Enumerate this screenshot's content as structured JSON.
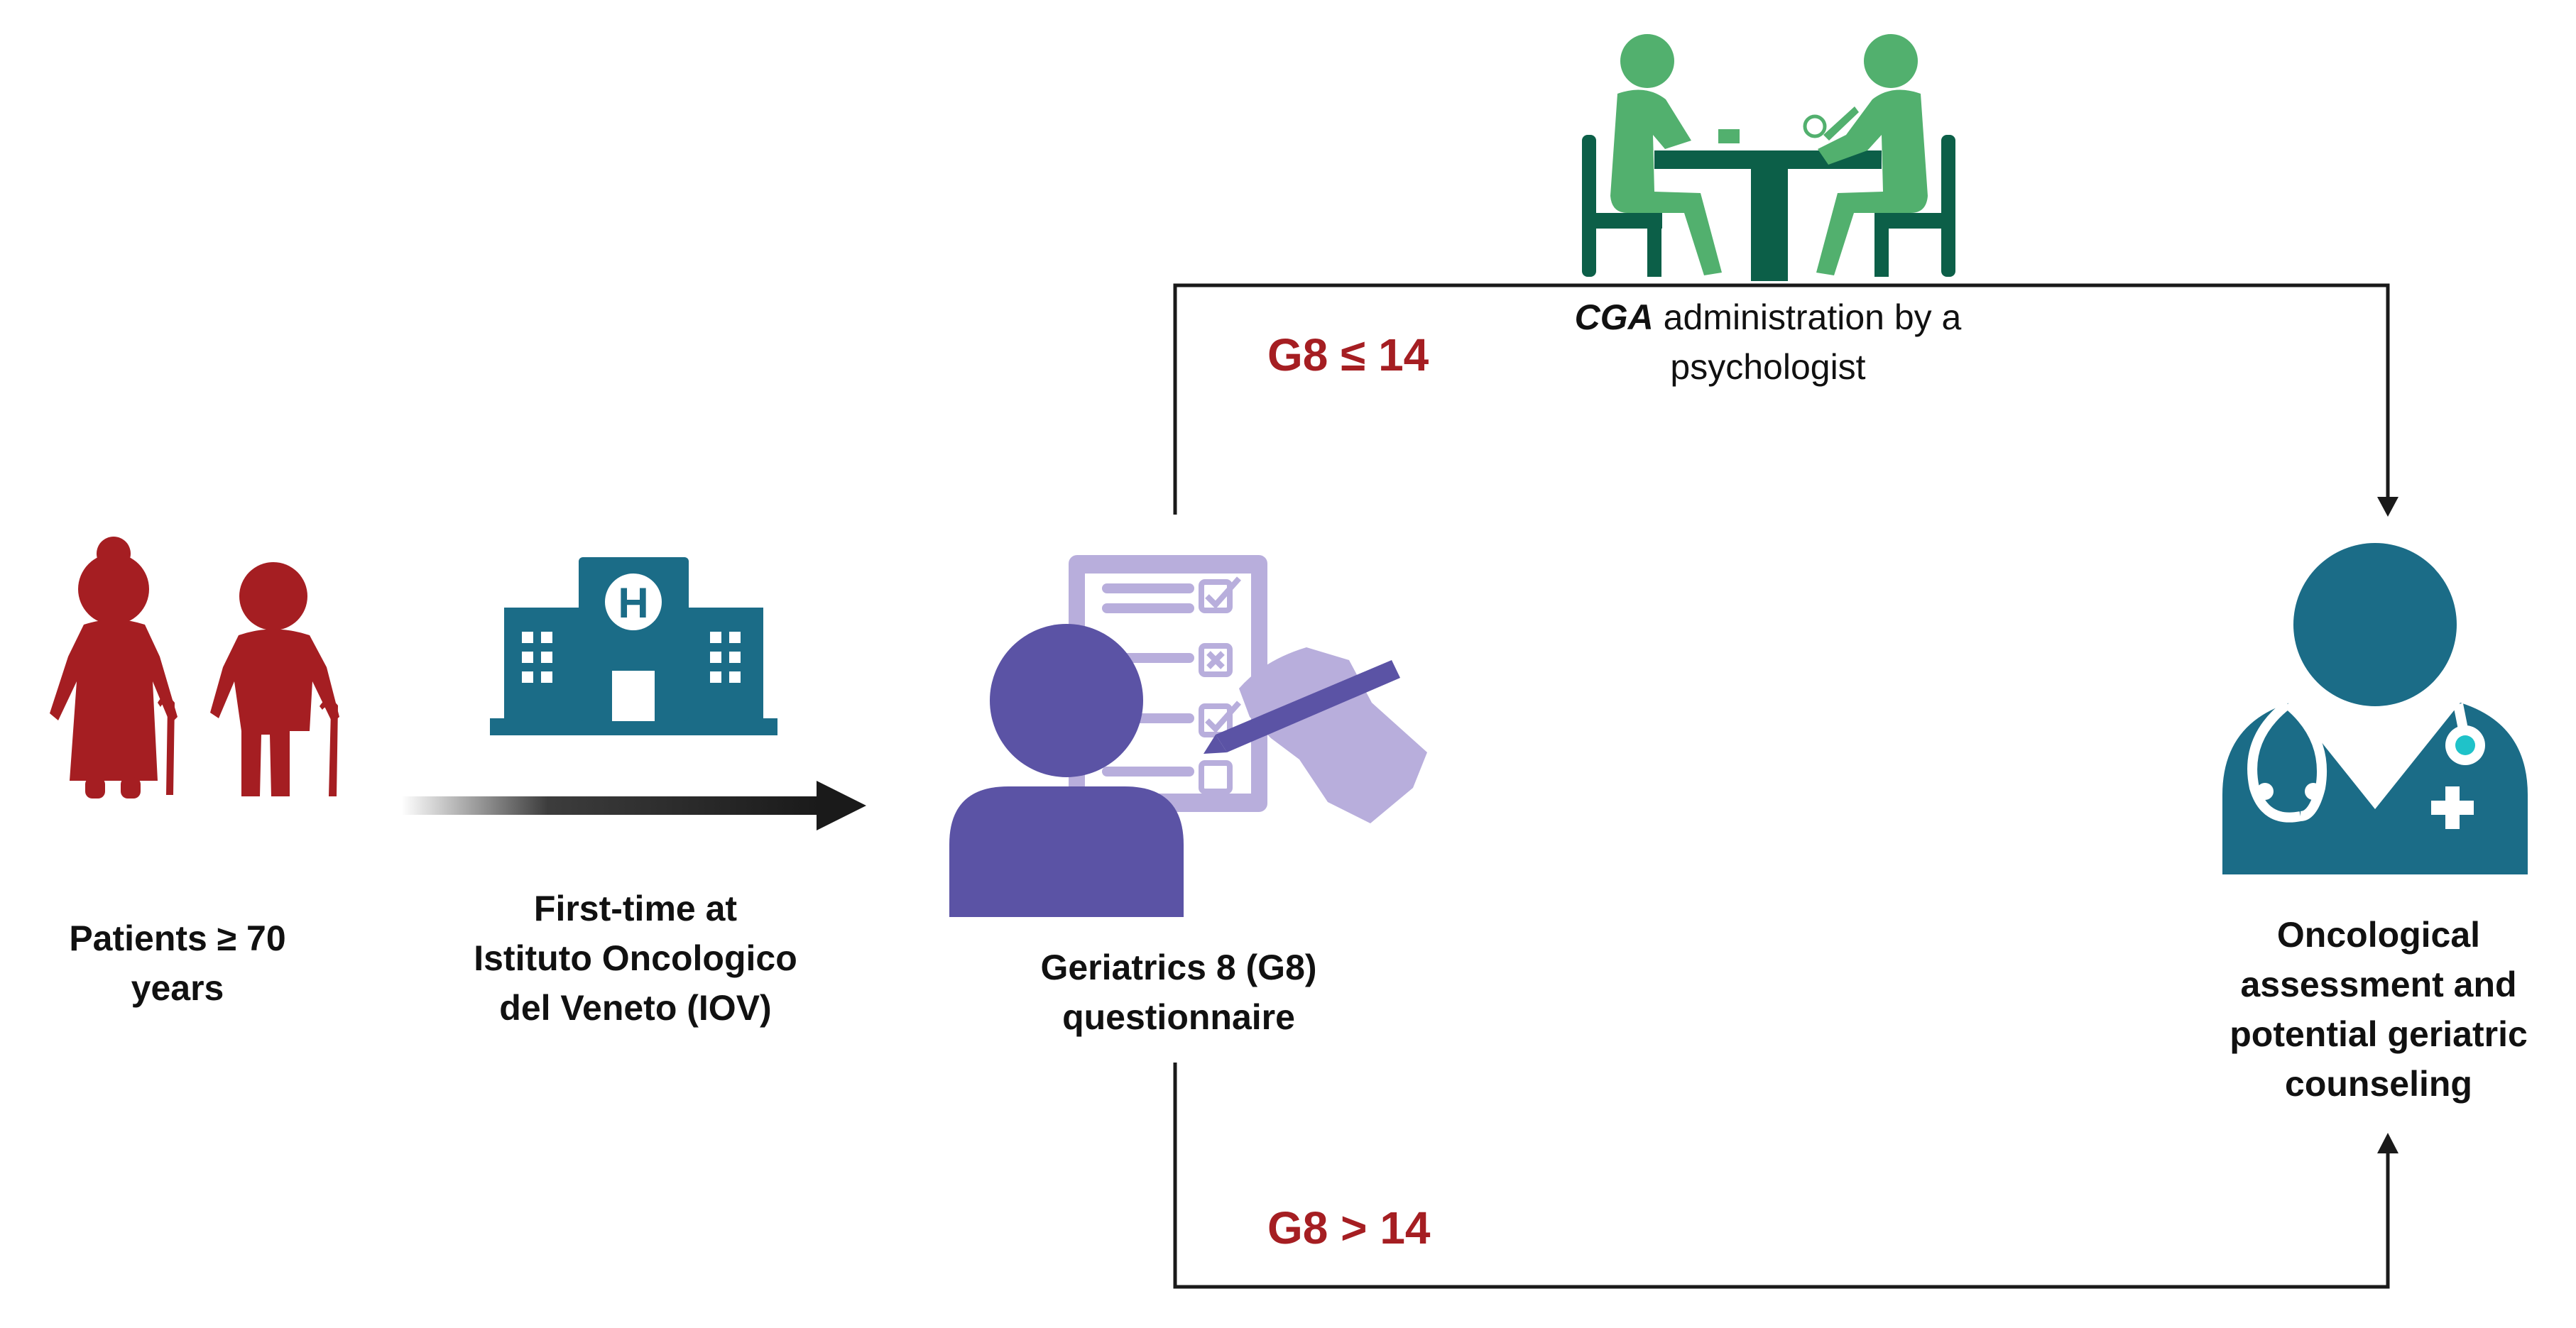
{
  "nodes": {
    "patients": {
      "line1": "Patients  ≥ 70",
      "line2": "years"
    },
    "first_time": {
      "line1": "First-time at",
      "line2": "Istituto Oncologico",
      "line3": "del Veneto (IOV)"
    },
    "g8": {
      "line1": "Geriatrics 8 (G8)",
      "line2": "questionnaire"
    },
    "cga": {
      "emph": "CGA",
      "rest": " administration by a",
      "line2": "psychologist"
    },
    "oncological": {
      "line1": "Oncological",
      "line2": "assessment and",
      "line3": "potential geriatric",
      "line4": "counseling"
    }
  },
  "branches": {
    "low": "G8 ≤ 14",
    "high": "G8 > 14"
  },
  "icons": {
    "patients": "elderly-couple-with-canes-icon",
    "hospital": "hospital-building-icon",
    "g8": "person-filling-questionnaire-icon",
    "cga": "two-people-at-table-interview-icon",
    "doctor": "doctor-with-stethoscope-icon"
  },
  "colors": {
    "patients": "#a51e22",
    "hospital": "#1b6c87",
    "g8_person": "#5b53a5",
    "g8_paper": "#b8aedc",
    "cga_light": "#52b06e",
    "cga_dark": "#0c5f48",
    "doctor": "#1b6c87",
    "branch_label": "#a51e22",
    "lines": "#1a1a1a"
  }
}
